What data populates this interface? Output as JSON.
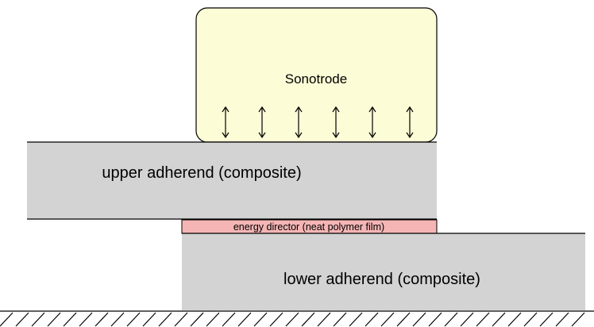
{
  "labels": {
    "sonotrode": "Sonotrode",
    "upper_adherend": "upper adherend (composite)",
    "energy_director": "energy director (neat polymer film)",
    "lower_adherend": "lower adherend (composite)"
  },
  "colors": {
    "sonotrode_fill": "#fcfcd6",
    "adherend_fill": "#d3d3d3",
    "energy_director_fill": "#f5b5b5",
    "stroke": "#000000",
    "ground_hatch": "#000000"
  },
  "icons": {
    "vibration_arrow": "double-headed-vertical-arrow",
    "ground": "hatched-fixed-support"
  }
}
